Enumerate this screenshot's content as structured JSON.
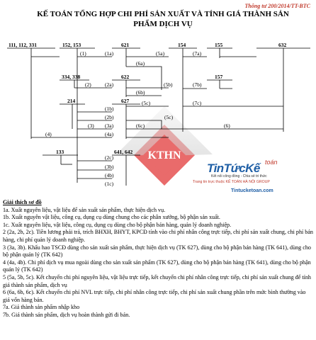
{
  "header": {
    "note": "Thông tư 200/2014/TT-BTC",
    "title": "KẾ TOÁN TỔNG HỢP CHI PHÍ SẢN XUẤT VÀ TÍNH GIÁ THÀNH SẢN PHẨM DỊCH VỤ"
  },
  "accounts": {
    "a111": "111, 112, 331",
    "a152": "152, 153",
    "a621": "621",
    "a154": "154",
    "a155": "155",
    "a632": "632",
    "a334": "334, 338",
    "a622": "622",
    "a157": "157",
    "a214": "214",
    "a627": "627",
    "a133": "133",
    "a641": "641, 642"
  },
  "flow_labels": {
    "l1": "(1)",
    "l1a": "(1a)",
    "l1b": "(1b)",
    "l1c": "(1c)",
    "l2": "(2)",
    "l2a": "(2a)",
    "l2b": "(2b)",
    "l2c": "(2c)",
    "l3": "(3)",
    "l3a": "(3a)",
    "l3b": "(3b)",
    "l4": "(4)",
    "l4a": "(4a)",
    "l4b": "(4b)",
    "l5a": "(5a)",
    "l5b": "(5b)",
    "l5c": "(5c)",
    "l6": "(6)",
    "l6a": "(6a)",
    "l6b": "(6b)",
    "l6c": "(6c)",
    "l7a": "(7a)",
    "l7b": "(7b)",
    "l7c": "(7c)"
  },
  "watermark": {
    "text": "KTHN",
    "logo_main": "TinTứcKế",
    "logo_ke": "toán",
    "logo_sub1": "Kết nối công đồng - Chia sẻ tri thức",
    "logo_sub2": "Trang tin trực thuộc KẾ TOÁN HÀ NỘI GROUP",
    "site": "Tintucketoan.com"
  },
  "legend": {
    "title": "Giải thích sơ đồ",
    "items": [
      "1a. Xuất nguyên liệu, vật liệu để sản xuất sản phẩm, thực hiện dịch vụ.",
      "1b. Xuất nguyên vật liệu, công cụ, dụng cụ dùng chung cho các phân xưởng, bộ phận sản xuất.",
      "1c. Xuất nguyên liệu, vật liệu, công cụ, dụng cụ  dùng cho bộ phận bán hàng, quản lý doanh nghiệp.",
      "2 (2a, 2b, 2c). Tiền lương phải trả, trích BHXH, BHYT, KPCĐ tính vào chi phí nhân công trực tiếp, chi phí sản xuất chung, chi phí bán hàng, chi phí quản lý doanh nghiệp.",
      "3 (3a, 3b). Khấu hao TSCĐ dùng cho sản xuất sản phẩm, thực hiện dịch vụ (TK 627), dùng cho bộ phận bán hàng (TK 641), dùng cho bộ phận quản lý (TK 642)",
      "4 (4a, 4b). Chi phí dịch vụ mua ngoài dùng cho sản xuất sản phẩm (TK 627), dùng cho bộ phận bán hàng (TK 641), dùng cho bộ phận quản lý (TK 642)",
      "5 (5a, 5b, 5c). Kết chuyển chi phí nguyên liệu, vật liệu trực tiếp, kết chuyển chi phí nhân công trực tiếp, chi phí sản xuất chung để tính giá thành sản phẩm, dịch vụ",
      "6 (6a, 6b, 6c). Kết chuyển chi phí NVL trực tiếp, chi phí nhân công trực tiếp, chi phí sản xuất chung phần trên mức bình thường vào giá vốn hàng bán.",
      "7a. Giá thành sản phẩm nhập kho",
      "7b. Giá thành sản phẩm, dịch vụ hoàn thành gửi đi bán."
    ]
  },
  "colors": {
    "watermark_pink": "#e96b6b",
    "watermark_blue": "#1f5fa6",
    "note_red": "#c0392b"
  }
}
